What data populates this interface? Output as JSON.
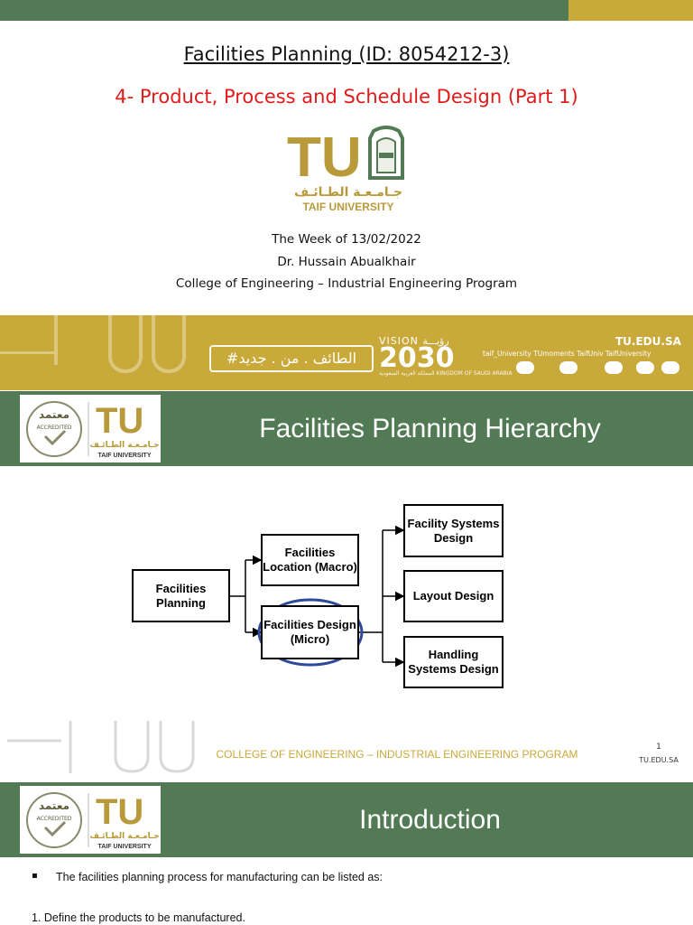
{
  "header": {
    "course_title": "Facilities Planning (ID: 8054212-3)",
    "lecture_title": "4- Product, Process and Schedule Design (Part 1)"
  },
  "logo": {
    "letters": "TU",
    "arabic_name": "جـامـعـة الطـائـف",
    "english_name": "TAIF UNIVERSITY"
  },
  "meta": {
    "week": "The Week of 13/02/2022",
    "author": "Dr. Hussain Abualkhair",
    "college": "College of Engineering – Industrial Engineering Program"
  },
  "banner": {
    "slogan": "#الطائف . من . جديد",
    "vision_label": "VISION رؤيـــة",
    "vision_year": "2030",
    "vision_caption": "المملكة العربية السعودية KINGDOM OF SAUDI ARABIA",
    "site": "TU.EDU.SA",
    "social_handles": "taif_University  TUmoments  TaifUniv  TaifUniversity"
  },
  "sections": [
    {
      "title": "Facilities Planning Hierarchy"
    },
    {
      "title": "Introduction"
    }
  ],
  "accreditation": {
    "arabic": "معتمد",
    "english": "ACCREDITED"
  },
  "diagram": {
    "root": "Facilities Planning",
    "location": "Facilities Location (Macro)",
    "design": "Facilities Design (Micro)",
    "systems": "Facility Systems Design",
    "layout": "Layout Design",
    "handling": "Handling Systems Design"
  },
  "footer": {
    "program": "COLLEGE OF ENGINEERING – INDUSTRIAL ENGINEERING PROGRAM",
    "page_number": "1",
    "url": "TU.EDU.SA"
  },
  "intro": {
    "bullet": "The facilities planning process for manufacturing can be listed as:",
    "step1": "1. Define the products to be manufactured."
  },
  "colors": {
    "green": "#527a55",
    "gold": "#c9a93a",
    "red": "#e11b1b",
    "circle": "#2e4a9a"
  }
}
